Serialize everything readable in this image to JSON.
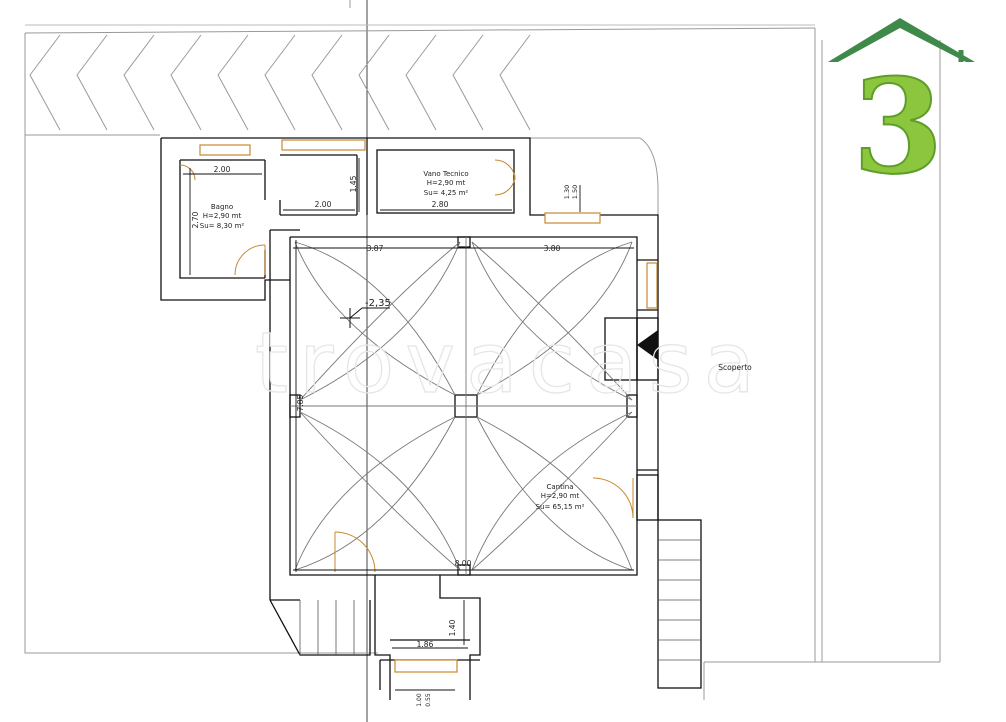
{
  "rooms": {
    "bagno": {
      "name": "Bagno",
      "height": "H=2,90 mt",
      "area": "Su= 8,30 m²"
    },
    "vano_tecnico": {
      "name": "Vano Tecnico",
      "height": "H=2,90 mt",
      "area": "Su= 4,25 m²"
    },
    "cantina": {
      "name": "Cantina",
      "height": "H=2,90 mt",
      "area": "Su= 65,15 m²"
    }
  },
  "outdoor_label": "Scoperto",
  "level_mark": "-2,35",
  "dimensions": {
    "bagno_width": "2.00",
    "bagno_depth": "2.70",
    "corridor_width": "2.00",
    "corridor_depth": "1.45",
    "vano_width": "2.80",
    "window_a": "1.30",
    "window_b": "1.50",
    "cantina_left_bay": "3.87",
    "cantina_right_bay": "3.80",
    "cantina_depth": "7.85",
    "cantina_width": "8.00",
    "niche_width": "1.86",
    "niche_depth": "1.40",
    "sill_a": "1.00",
    "sill_b": "0.55"
  },
  "watermark": "trovacasa",
  "logo": {
    "digit": "3",
    "color_roof": "#3f8a4a",
    "color_digit": "#8cc63f"
  }
}
